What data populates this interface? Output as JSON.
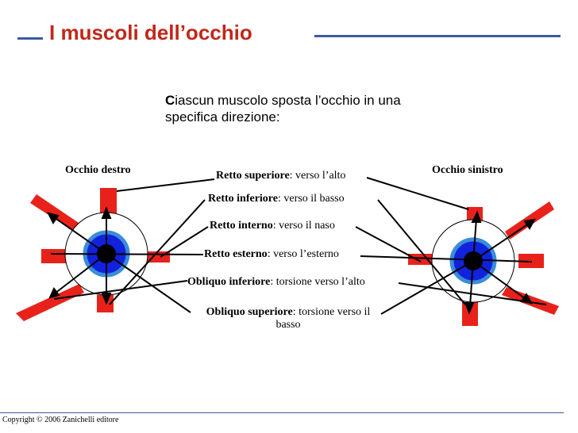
{
  "title": "I muscoli dell’occhio",
  "intro": {
    "first_letter": "C",
    "rest": "iascun muscolo sposta l’occhio in una specifica direzione:"
  },
  "eyes": {
    "right_label": "Occhio destro",
    "left_label": "Occhio sinistro"
  },
  "muscles": [
    {
      "name": "Retto superiore",
      "desc": ": verso l’alto"
    },
    {
      "name": "Retto inferiore",
      "desc": ": verso il basso"
    },
    {
      "name": "Retto interno",
      "desc": ": verso il naso"
    },
    {
      "name": "Retto esterno",
      "desc": ": verso l’esterno"
    },
    {
      "name": "Obliquo inferiore",
      "desc": ": torsione verso l’alto"
    },
    {
      "name": "Obliquo superiore",
      "desc": ": torsione verso il",
      "desc2": "basso"
    }
  ],
  "copyright": "Copyright © 2006 Zanichelli editore",
  "colors": {
    "title": "#c0281a",
    "accent_line": "#3b5aa3",
    "muscle": "#e8221b",
    "iris": "#1122dd",
    "pupil": "#000000"
  }
}
